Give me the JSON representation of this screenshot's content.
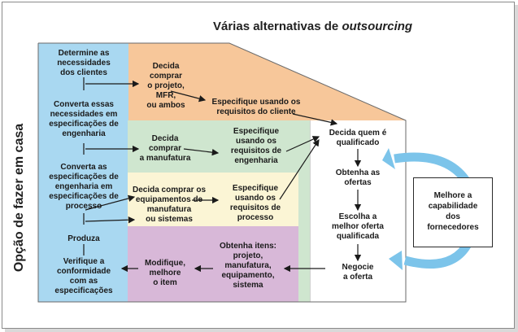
{
  "title": {
    "main": "Várias alternativas de ",
    "italic": "outsourcing"
  },
  "side_label": "Opção de fazer em casa",
  "left_column": [
    "Determine as\nnecessidades\ndos clientes",
    "Converta essas\nnecessidades em\nespecificações de\nengenharia",
    "Converta as\nespecificações de\nengenharia em\nespecificações de\nprocesso",
    "Produza",
    "Verifique a\nconformidade\ncom as\nespecificações"
  ],
  "orange_zone": {
    "decide": "Decida\ncomprar\no projeto,\nMFR,\nou ambos",
    "specify": "Especifique usando os\nrequisitos do cliente"
  },
  "green_zone": {
    "decide": "Decida\ncomprar\na manufatura",
    "specify": "Especifique\nusando os\nrequisitos de\nengenharia"
  },
  "cream_zone": {
    "decide": "Decida comprar os\nequipamentos de\nmanufatura\nou sistemas",
    "specify": "Especifique\nusando os\nrequisitos de\nprocesso"
  },
  "purple_zone": {
    "modify": "Modifique,\nmelhore\no item",
    "obtain": "Obtenha itens:\nprojeto,\nmanufatura,\nequipamento,\nsistema"
  },
  "right_process": [
    "Decida quem é\nqualificado",
    "Obtenha as\nofertas",
    "Escolha a\nmelhor oferta\nqualificada",
    "Negocie\na oferta"
  ],
  "feedback_box": "Melhore a\ncapabilidade\ndos\nfornecedores",
  "colors": {
    "blue": "#a9d8f1",
    "orange": "#f7c79a",
    "green": "#cfe6cf",
    "cream": "#fbf5d5",
    "purple": "#d8b8d8",
    "cycle_arrow": "#7cc4ea"
  }
}
